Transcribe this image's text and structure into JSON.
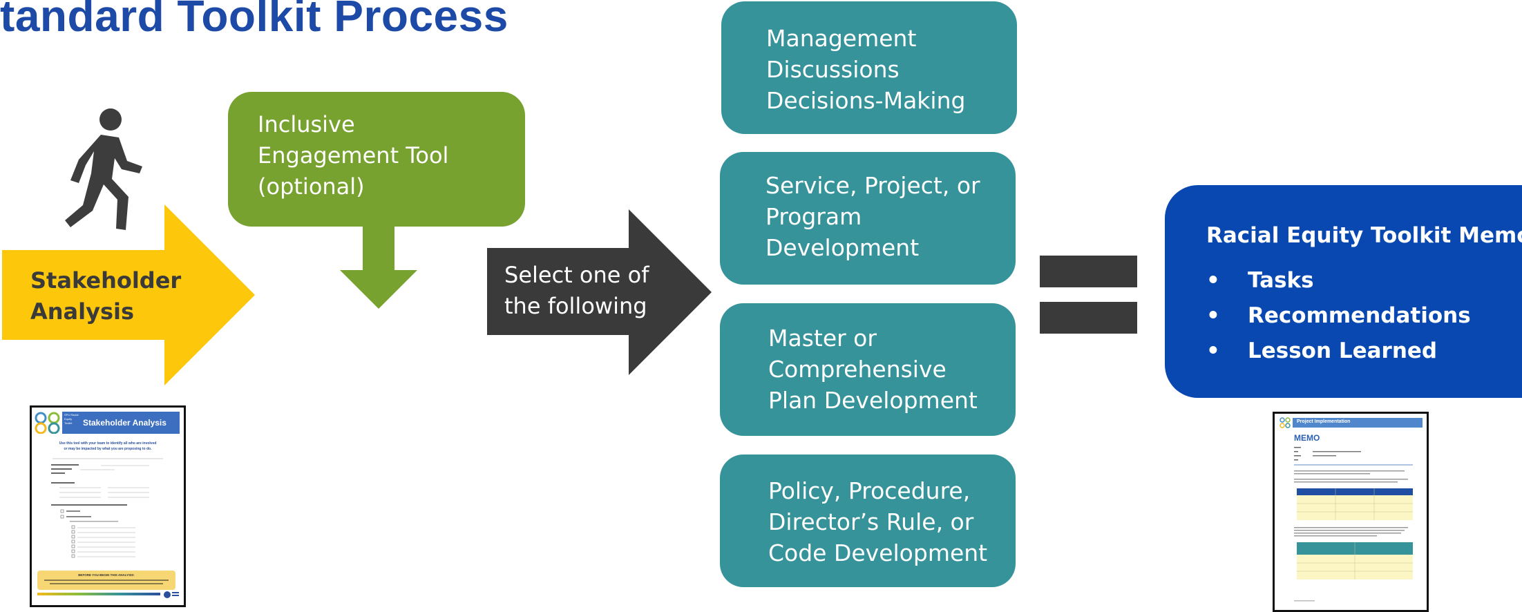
{
  "title": "tandard Toolkit Process",
  "stakeholder": {
    "label_line1": "Stakeholder",
    "label_line2": "Analysis",
    "color": "#fdc70b"
  },
  "engagement": {
    "lines": [
      "Inclusive",
      "Engagement Tool",
      "(optional)"
    ],
    "color": "#78a22f"
  },
  "select": {
    "lines": [
      "Select one of",
      "the following"
    ],
    "color": "#3a3a3a"
  },
  "options": [
    {
      "lines": [
        "Management",
        "Discussions",
        "Decisions-Making"
      ]
    },
    {
      "lines": [
        "Service, Project, or",
        "Program",
        "Development"
      ]
    },
    {
      "lines": [
        "Master or",
        "Comprehensive",
        "Plan Development"
      ]
    },
    {
      "lines": [
        "Policy, Procedure,",
        "Director’s Rule, or",
        "Code Development"
      ]
    }
  ],
  "option_color": "#36939a",
  "memo": {
    "title": "Racial Equity Toolkit Memo",
    "bullets": [
      "Tasks",
      "Recommendations",
      "Lesson Learned"
    ],
    "color": "#0848b0"
  },
  "thumb_stakeholder": {
    "logo_text": "SPU Racial Equity Toolkit",
    "heading": "Stakeholder Analysis",
    "intro_line1": "Use this tool with your team to identify all who are involved",
    "intro_line2": "or may be impacted by what you are proposing to do.",
    "footer_heading": "BEFORE YOU BEGIN THIS ANALYSIS:"
  },
  "thumb_memo": {
    "header": "Project Implementation",
    "title": "MEMO"
  }
}
